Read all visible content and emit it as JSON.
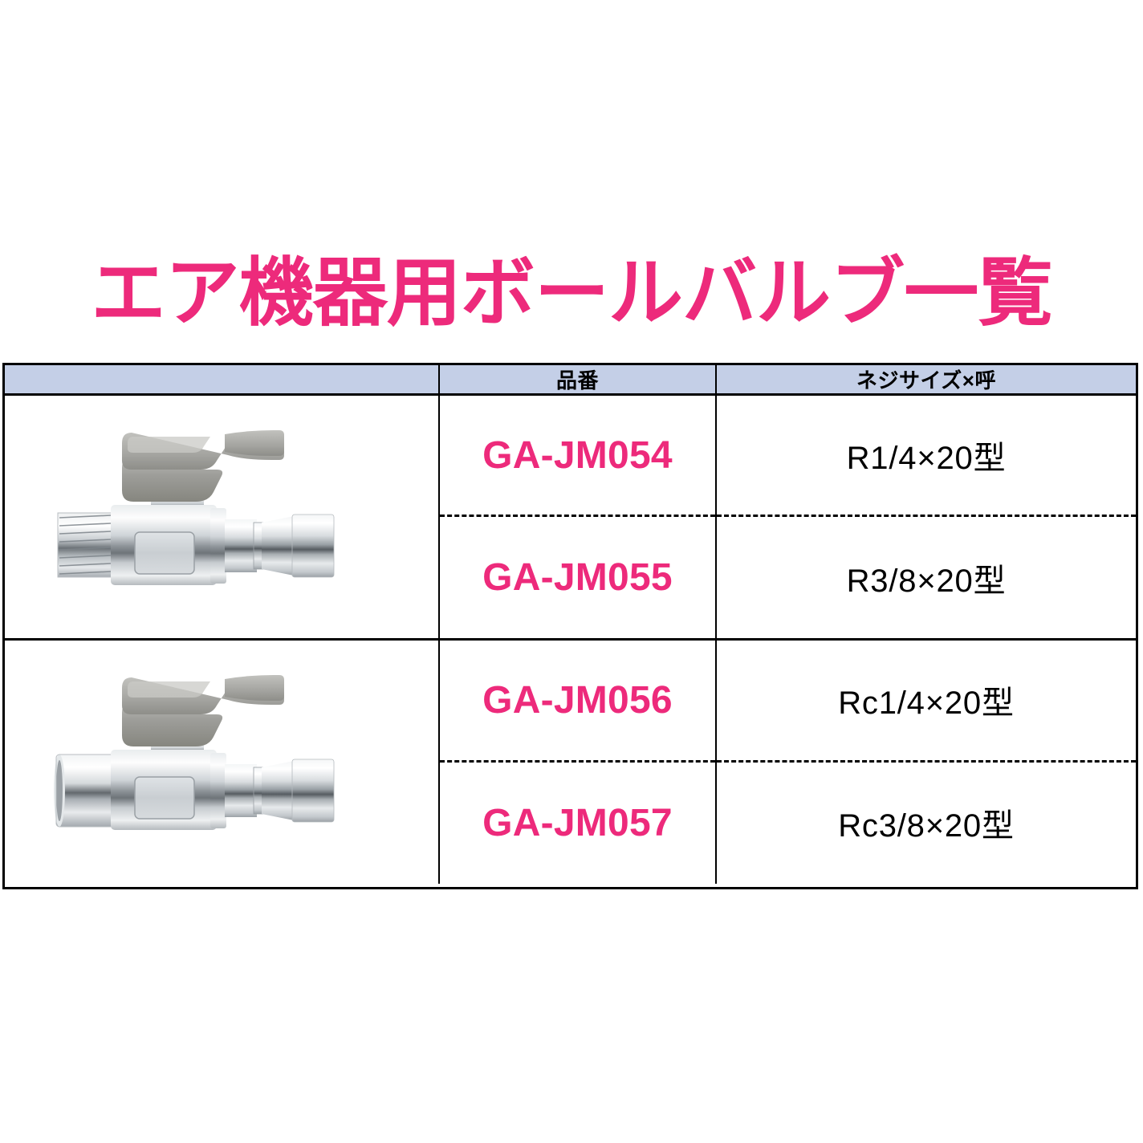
{
  "page": {
    "title": "エア機器用ボールバルブ一覧",
    "title_color": "#ed2a7b",
    "background_color": "#ffffff"
  },
  "table": {
    "header_background": "#c4cfe7",
    "border_color": "#000000",
    "columns": [
      {
        "key": "image",
        "label": ""
      },
      {
        "key": "part_no",
        "label": "品番"
      },
      {
        "key": "size",
        "label": "ネジサイズ×呼"
      }
    ],
    "groups": [
      {
        "image": {
          "name": "ball-valve-male-thread-photo",
          "alt": "エア機器用ボールバルブ（おねじ×プラグ）",
          "handle_color": "#9a9a97",
          "body_color": "#cfd3d6",
          "end_type": "male-thread"
        },
        "rows": [
          {
            "part_no": "GA-JM054",
            "size": "R1/4×20型"
          },
          {
            "part_no": "GA-JM055",
            "size": "R3/8×20型"
          }
        ]
      },
      {
        "image": {
          "name": "ball-valve-female-thread-photo",
          "alt": "エア機器用ボールバルブ（めねじ×プラグ）",
          "handle_color": "#9a9a97",
          "body_color": "#cfd3d6",
          "end_type": "female-socket"
        },
        "rows": [
          {
            "part_no": "GA-JM056",
            "size": "Rc1/4×20型"
          },
          {
            "part_no": "GA-JM057",
            "size": "Rc3/8×20型"
          }
        ]
      }
    ]
  }
}
